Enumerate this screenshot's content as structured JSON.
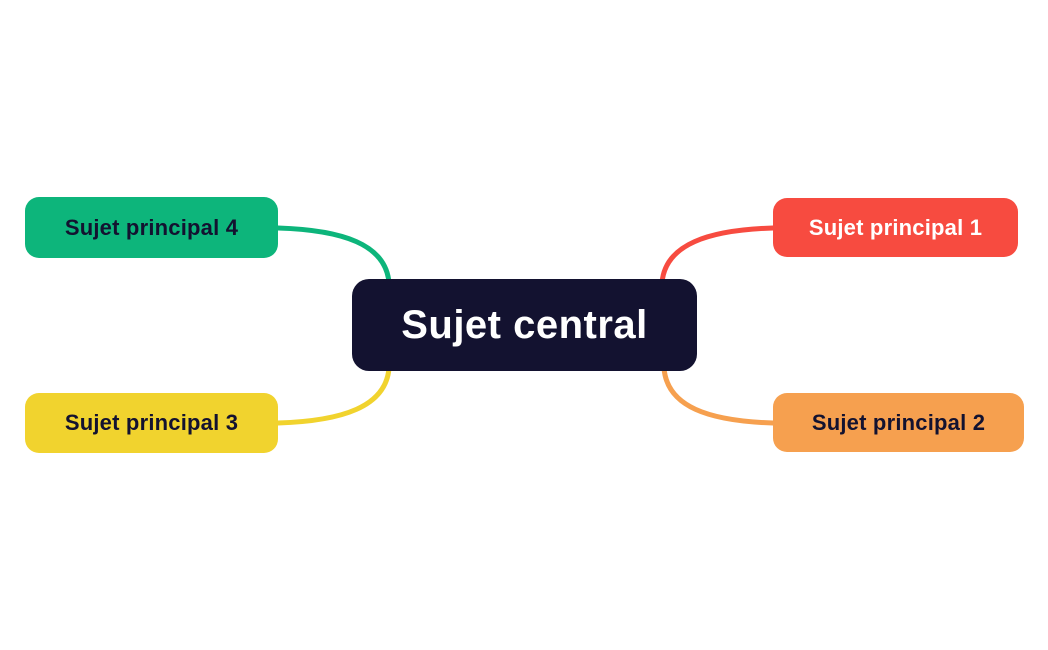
{
  "canvas": {
    "background_color": "#ffffff"
  },
  "central": {
    "label": "Sujet central",
    "bg_color": "#131230",
    "text_color": "#ffffff"
  },
  "branches": [
    {
      "label": "Sujet principal 1",
      "position": "top-right",
      "bg_color": "#F74B40",
      "text_color": "#ffffff",
      "connector_color": "#F74B40"
    },
    {
      "label": "Sujet principal 2",
      "position": "bottom-right",
      "bg_color": "#F6A04F",
      "text_color": "#131230",
      "connector_color": "#F6A04F"
    },
    {
      "label": "Sujet principal 3",
      "position": "bottom-left",
      "bg_color": "#F1D32E",
      "text_color": "#131230",
      "connector_color": "#F1D32E"
    },
    {
      "label": "Sujet principal 4",
      "position": "top-left",
      "bg_color": "#0DB57B",
      "text_color": "#131230",
      "connector_color": "#0DB57B"
    }
  ]
}
